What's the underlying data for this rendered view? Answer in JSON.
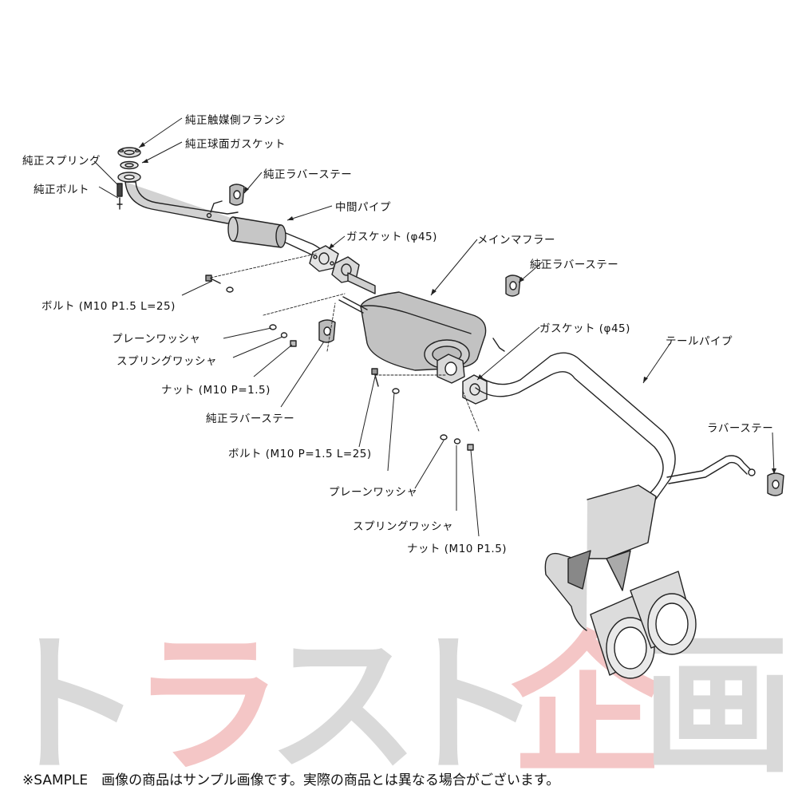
{
  "labels": {
    "flange": "純正触媒側フランジ",
    "sphere_gasket": "純正球面ガスケット",
    "spring": "純正スプリング",
    "bolt": "純正ボルト",
    "rubber_stay_1": "純正ラバーステー",
    "mid_pipe": "中間パイプ",
    "gasket_1": "ガスケット (φ45)",
    "main_muffler": "メインマフラー",
    "rubber_stay_2": "純正ラバーステー",
    "bolt_1": "ボルト (M10 P1.5 L=25)",
    "plain_washer_1": "プレーンワッシャ",
    "spring_washer_1": "スプリングワッシャ",
    "nut_1": "ナット (M10 P=1.5)",
    "rubber_stay_3": "純正ラバーステー",
    "gasket_2": "ガスケット (φ45)",
    "tail_pipe": "テールパイプ",
    "rubber_stay_4": "ラバーステー",
    "bolt_2": "ボルト (M10 P=1.5 L=25)",
    "plain_washer_2": "プレーンワッシャ",
    "spring_washer_2": "スプリングワッシャ",
    "nut_2": "ナット (M10 P1.5)"
  },
  "watermark": {
    "chars": [
      "ト",
      "ラ",
      "ス",
      "ト",
      "企",
      "画"
    ],
    "colors": [
      "#d9d9d9",
      "#f4c6c6",
      "#d9d9d9",
      "#d9d9d9",
      "#f4c6c6",
      "#d9d9d9"
    ]
  },
  "footer": "※SAMPLE　画像の商品はサンプル画像です。実際の商品とは異なる場合がございます。",
  "style": {
    "stroke": "#222222",
    "part_fill": "#c9c9c9"
  }
}
